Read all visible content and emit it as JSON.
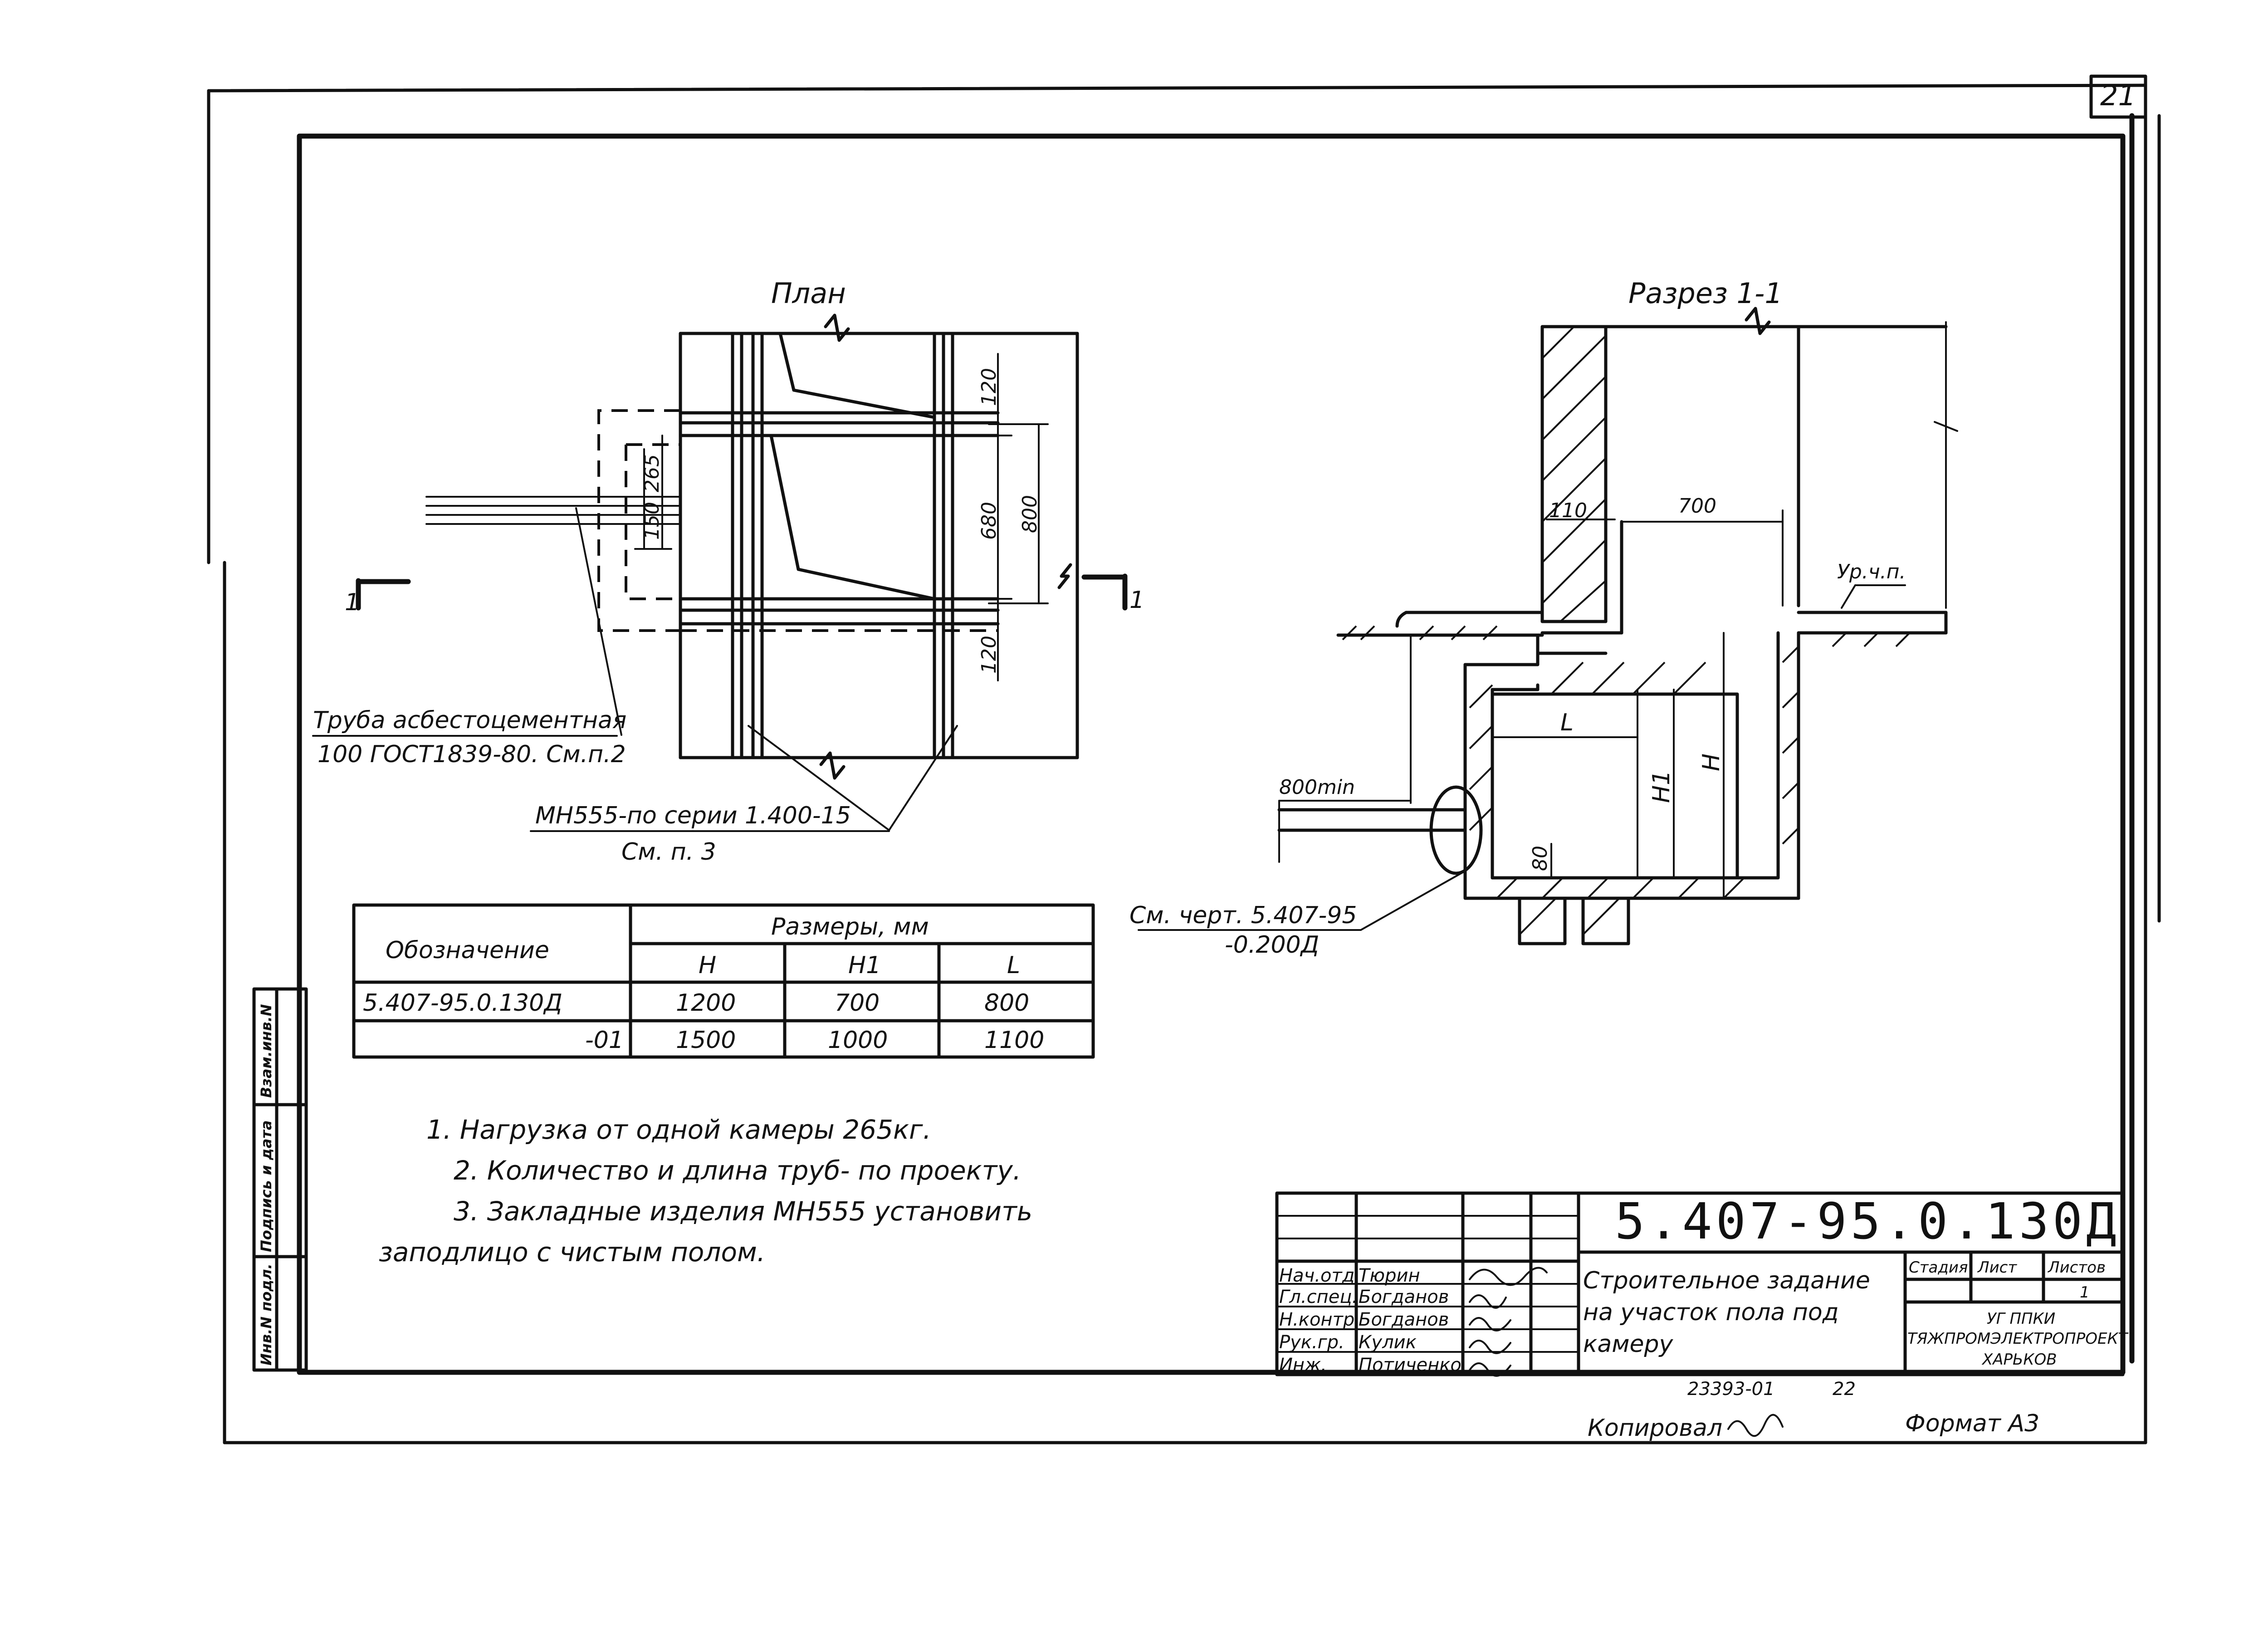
{
  "sheet": {
    "number": "21",
    "plan_title": "План",
    "section_title": "Разрез 1-1",
    "section_mark": "1"
  },
  "plan": {
    "dims": {
      "d120_top": "120",
      "d265": "265",
      "d150": "150",
      "d680": "680",
      "d800": "800",
      "d120_bot": "120"
    },
    "pipe_label_1": "Труба асбестоцементная",
    "pipe_label_2": "100 ГОСТ1839-80. См.п.2",
    "mn_label_1": "МН555-по серии 1.400-15",
    "mn_label_2": "См. п. 3"
  },
  "section": {
    "d110": "110",
    "d700": "700",
    "level": "Ур.ч.п.",
    "L": "L",
    "H1": "H1",
    "H": "H",
    "d800min": "800min",
    "d80": "80",
    "ref_1": "См. черт. 5.407-95",
    "ref_2": "-0.200Д"
  },
  "table": {
    "col_designation": "Обозначение",
    "col_sizes": "Размеры, мм",
    "sub_H": "H",
    "sub_H1": "H1",
    "sub_L": "L",
    "rows": [
      {
        "name": "5.407-95.0.130Д",
        "H": "1200",
        "H1": "700",
        "L": "800"
      },
      {
        "name": "-01",
        "H": "1500",
        "H1": "1000",
        "L": "1100"
      }
    ]
  },
  "notes": {
    "n1": "1. Нагрузка от одной камеры 265кг.",
    "n2": "2. Количество и длина труб- по проекту.",
    "n3": "3. Закладные изделия МН555 установить",
    "n3b": "заподлицо с чистым полом."
  },
  "side_stamp": {
    "s1": "Инв.N подл.",
    "s2": "Подпись и дата",
    "s3": "Взам.инв.N"
  },
  "title_block": {
    "code": "5.407-95.0.130Д",
    "roles": [
      "Нач.отд",
      "Гл.спец.",
      "Н.контр",
      "Рук.гр.",
      "Инж."
    ],
    "names": [
      "Тюрин",
      "Богданов",
      "Богданов",
      "Кулик",
      "Потиченко"
    ],
    "description_1": "Строительное задание",
    "description_2": "на участок пола под",
    "description_3": "камеру",
    "col_stage": "Стадия",
    "col_sheet": "Лист",
    "col_sheets": "Листов",
    "sheets_value": "1",
    "org_1": "УГ ППКИ",
    "org_2": "ТЯЖПРОМЭЛЕКТРОПРОЕКТ",
    "org_3": "ХАРЬКОВ"
  },
  "footer": {
    "inventory": "23393-01",
    "page": "22",
    "copied": "Копировал",
    "format": "Формат А3"
  }
}
